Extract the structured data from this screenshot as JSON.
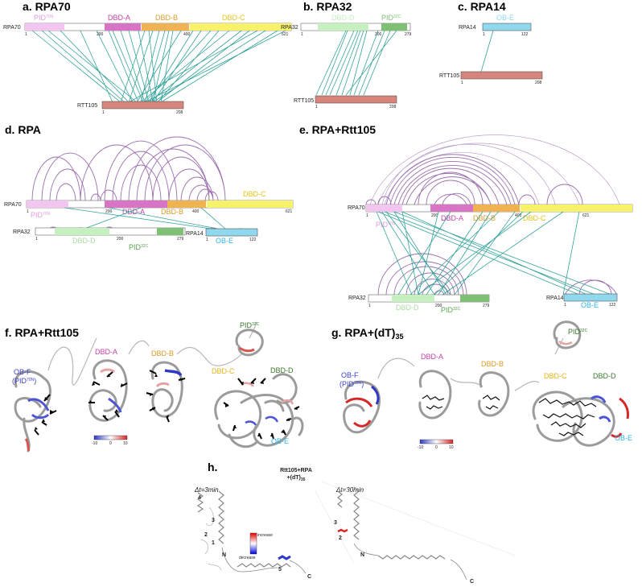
{
  "panels": {
    "a": {
      "title": "a. RPA70",
      "protein": "RPA70",
      "partner": "RTT105",
      "domains": [
        "PID",
        "DBD-A",
        "DBD-B",
        "DBD-C"
      ],
      "pid_sup": "70N",
      "ticks": [
        "1",
        "200",
        "400",
        "621"
      ],
      "partner_ticks": [
        "1",
        "208"
      ]
    },
    "b": {
      "title": "b. RPA32",
      "protein": "RPA32",
      "partner": "RTT105",
      "domains": [
        "DBD-D",
        "PID"
      ],
      "pid_sup": "32C",
      "ticks": [
        "1",
        "200",
        "279"
      ],
      "partner_ticks": [
        "1",
        "208"
      ]
    },
    "c": {
      "title": "c. RPA14",
      "protein": "RPA14",
      "partner": "RTT105",
      "domains": [
        "OB-E"
      ],
      "ticks": [
        "1",
        "122"
      ],
      "partner_ticks": [
        "1",
        "208"
      ]
    },
    "d": {
      "title": "d. RPA",
      "rpa70": "RPA70",
      "rpa32": "RPA32",
      "rpa14": "RPA14",
      "domains": [
        "PID",
        "DBD-A",
        "DBD-B",
        "DBD-C",
        "DBD-D",
        "PID",
        "OB-E"
      ],
      "pid70_sup": "70N",
      "pid32_sup": "32C",
      "ticks70": [
        "1",
        "200",
        "400",
        "621"
      ],
      "ticks32": [
        "1",
        "200",
        "279"
      ],
      "ticks14": [
        "1",
        "122"
      ]
    },
    "e": {
      "title": "e. RPA+Rtt105",
      "rpa70": "RPA70",
      "rpa32": "RPA32",
      "rpa14": "RPA14",
      "domains": [
        "PID",
        "DBD-A",
        "DBD-B",
        "DBD-C",
        "DBD-D",
        "PID",
        "OB-E"
      ],
      "pid70_sup": "70N",
      "pid32_sup": "32C",
      "ticks70": [
        "1",
        "200",
        "400",
        "621"
      ],
      "ticks32": [
        "1",
        "200",
        "279"
      ],
      "ticks14": [
        "1",
        "122"
      ]
    },
    "f": {
      "title": "f. RPA+Rtt105",
      "obf": "OB-F",
      "obf2": "(PID",
      "obf_sup": "70N",
      "obf_end": ")",
      "dbda": "DBD-A",
      "dbdb": "DBD-B",
      "dbdc": "DBD-C",
      "dbdd": "DBD-D",
      "obe": "OB-E",
      "pid": "PID",
      "pid_sup": "32C",
      "scale": [
        "-10",
        "0",
        "10"
      ]
    },
    "g": {
      "title": "g. RPA+(dT)",
      "title_sub": "35",
      "obf": "OB-F",
      "obf2": "(PID",
      "obf_sup": "70N",
      "obf_end": ")",
      "dbda": "DBD-A",
      "dbdb": "DBD-B",
      "dbdc": "DBD-C",
      "dbdd": "DBD-D",
      "obe": "OB-E",
      "pid": "PID",
      "pid_sup": "32C",
      "scale": [
        "-10",
        "0",
        "10"
      ]
    },
    "h": {
      "title": "h.",
      "header1": "Rtt105+RPA",
      "header2": "+(dT)",
      "header2_sub": "35",
      "t1": "Δt=3min",
      "t2": "Δt=30min",
      "labels_left": [
        "4",
        "3",
        "2",
        "1",
        "N",
        "5",
        "C"
      ],
      "labels_right": [
        "3",
        "2",
        "N",
        "C"
      ],
      "legend_top": "increase",
      "legend_bottom": "decrease"
    }
  },
  "colors": {
    "pid70": "#f2c6f0",
    "dbda": "#d774c4",
    "dbdb": "#f0b352",
    "dbdc": "#f7f26a",
    "dbdd": "#c6f0c0",
    "pid32": "#7fbf76",
    "obe": "#8fd8ee",
    "rtt105": "#d7857c",
    "crosslink": "#1f9a8f",
    "arc": "#9c6fae",
    "text_pid70": "#e39be0",
    "text_dbda": "#c43fa7",
    "text_dbdb": "#e09a2a",
    "text_dbdc": "#e8c21a",
    "text_dbdd": "#a9dca0",
    "text_pid32": "#5aa34f",
    "text_obe": "#31b4e0",
    "text_obf": "#3b3fc6",
    "text_dbdd_dark": "#3a7a2c"
  }
}
